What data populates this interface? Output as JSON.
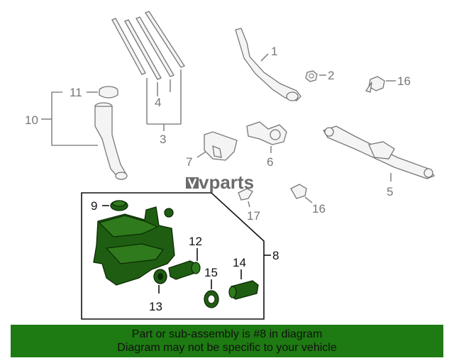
{
  "diagram": {
    "callouts": {
      "c1": "1",
      "c2": "2",
      "c3": "3",
      "c4": "4",
      "c5": "5",
      "c6": "6",
      "c7": "7",
      "c8": "8",
      "c9": "9",
      "c10": "10",
      "c11": "11",
      "c12": "12",
      "c13": "13",
      "c14": "14",
      "c15": "15",
      "c16a": "16",
      "c16b": "16",
      "c17": "17"
    },
    "highlight_color": "#1f5e12",
    "highlighted_callout": "8"
  },
  "watermark": {
    "text": "vparts"
  },
  "banner": {
    "line1": "Part or sub-assembly is #8 in diagram",
    "line2": "Diagram may not be specific to your vehicle",
    "background": "#1e7a12"
  }
}
